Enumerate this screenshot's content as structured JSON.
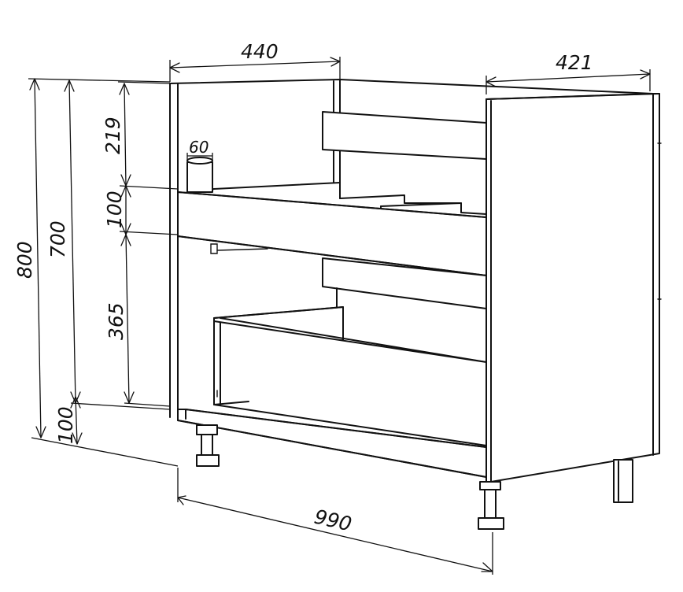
{
  "dimensions": {
    "width_front": "990",
    "depth_top": "440",
    "depth_side": "421",
    "height_total": "800",
    "height_body": "700",
    "height_top_section": "219",
    "height_drawer_front": "100",
    "height_lower_section": "365",
    "height_plinth": "100",
    "pipe_width": "60"
  }
}
